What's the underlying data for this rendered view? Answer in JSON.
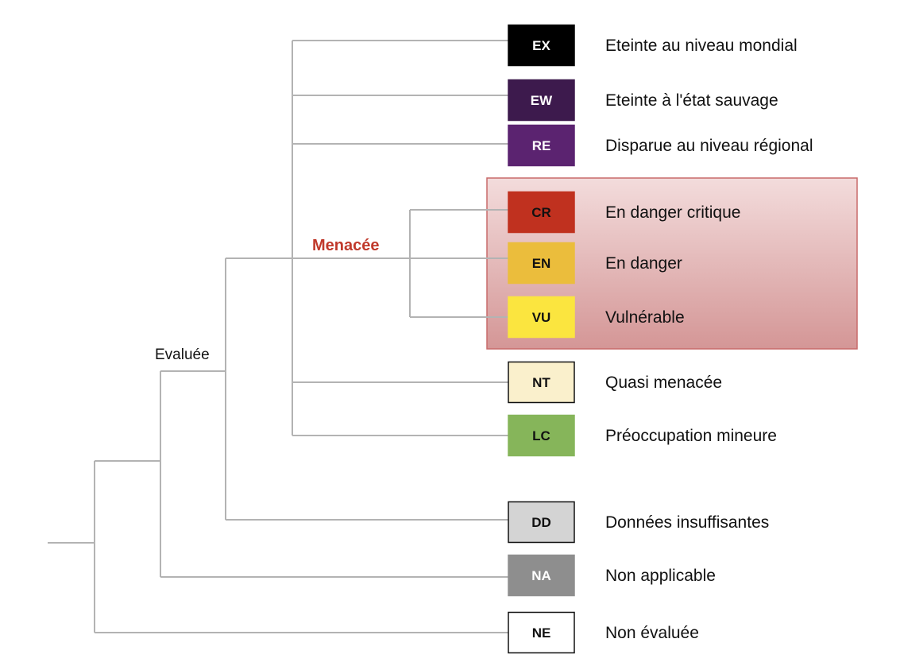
{
  "labels": {
    "evaluee": "Evaluée",
    "menacee": "Menacée"
  },
  "colors": {
    "line": "#b3b3b3",
    "menacee_label": "#c0392b",
    "threat_box_border": "#c86a6a",
    "threat_box_top": "#f3dcdc",
    "threat_box_bottom": "#d49696"
  },
  "categories": [
    {
      "code": "EX",
      "label": "Eteinte au niveau mondial",
      "fill": "#000000",
      "text_color": "#ffffff",
      "border": "#000000"
    },
    {
      "code": "EW",
      "label": "Eteinte à l'état sauvage",
      "fill": "#3d1a4d",
      "text_color": "#ffffff",
      "border": "#3d1a4d"
    },
    {
      "code": "RE",
      "label": "Disparue au niveau régional",
      "fill": "#5b2370",
      "text_color": "#ffffff",
      "border": "#5b2370"
    },
    {
      "code": "CR",
      "label": "En danger critique",
      "fill": "#c0311f",
      "text_color": "#111111",
      "border": "#c0311f"
    },
    {
      "code": "EN",
      "label": "En danger",
      "fill": "#ebbd3c",
      "text_color": "#111111",
      "border": "#ebbd3c"
    },
    {
      "code": "VU",
      "label": "Vulnérable",
      "fill": "#fbe53f",
      "text_color": "#111111",
      "border": "#fbe53f"
    },
    {
      "code": "NT",
      "label": "Quasi menacée",
      "fill": "#faf0cc",
      "text_color": "#111111",
      "border": "#111111"
    },
    {
      "code": "LC",
      "label": "Préoccupation mineure",
      "fill": "#86b55a",
      "text_color": "#111111",
      "border": "#86b55a"
    },
    {
      "code": "DD",
      "label": "Données insuffisantes",
      "fill": "#d4d4d4",
      "text_color": "#111111",
      "border": "#111111"
    },
    {
      "code": "NA",
      "label": "Non applicable",
      "fill": "#8e8e8e",
      "text_color": "#ffffff",
      "border": "#8e8e8e"
    },
    {
      "code": "NE",
      "label": "Non évaluée",
      "fill": "#ffffff",
      "text_color": "#111111",
      "border": "#111111"
    }
  ]
}
